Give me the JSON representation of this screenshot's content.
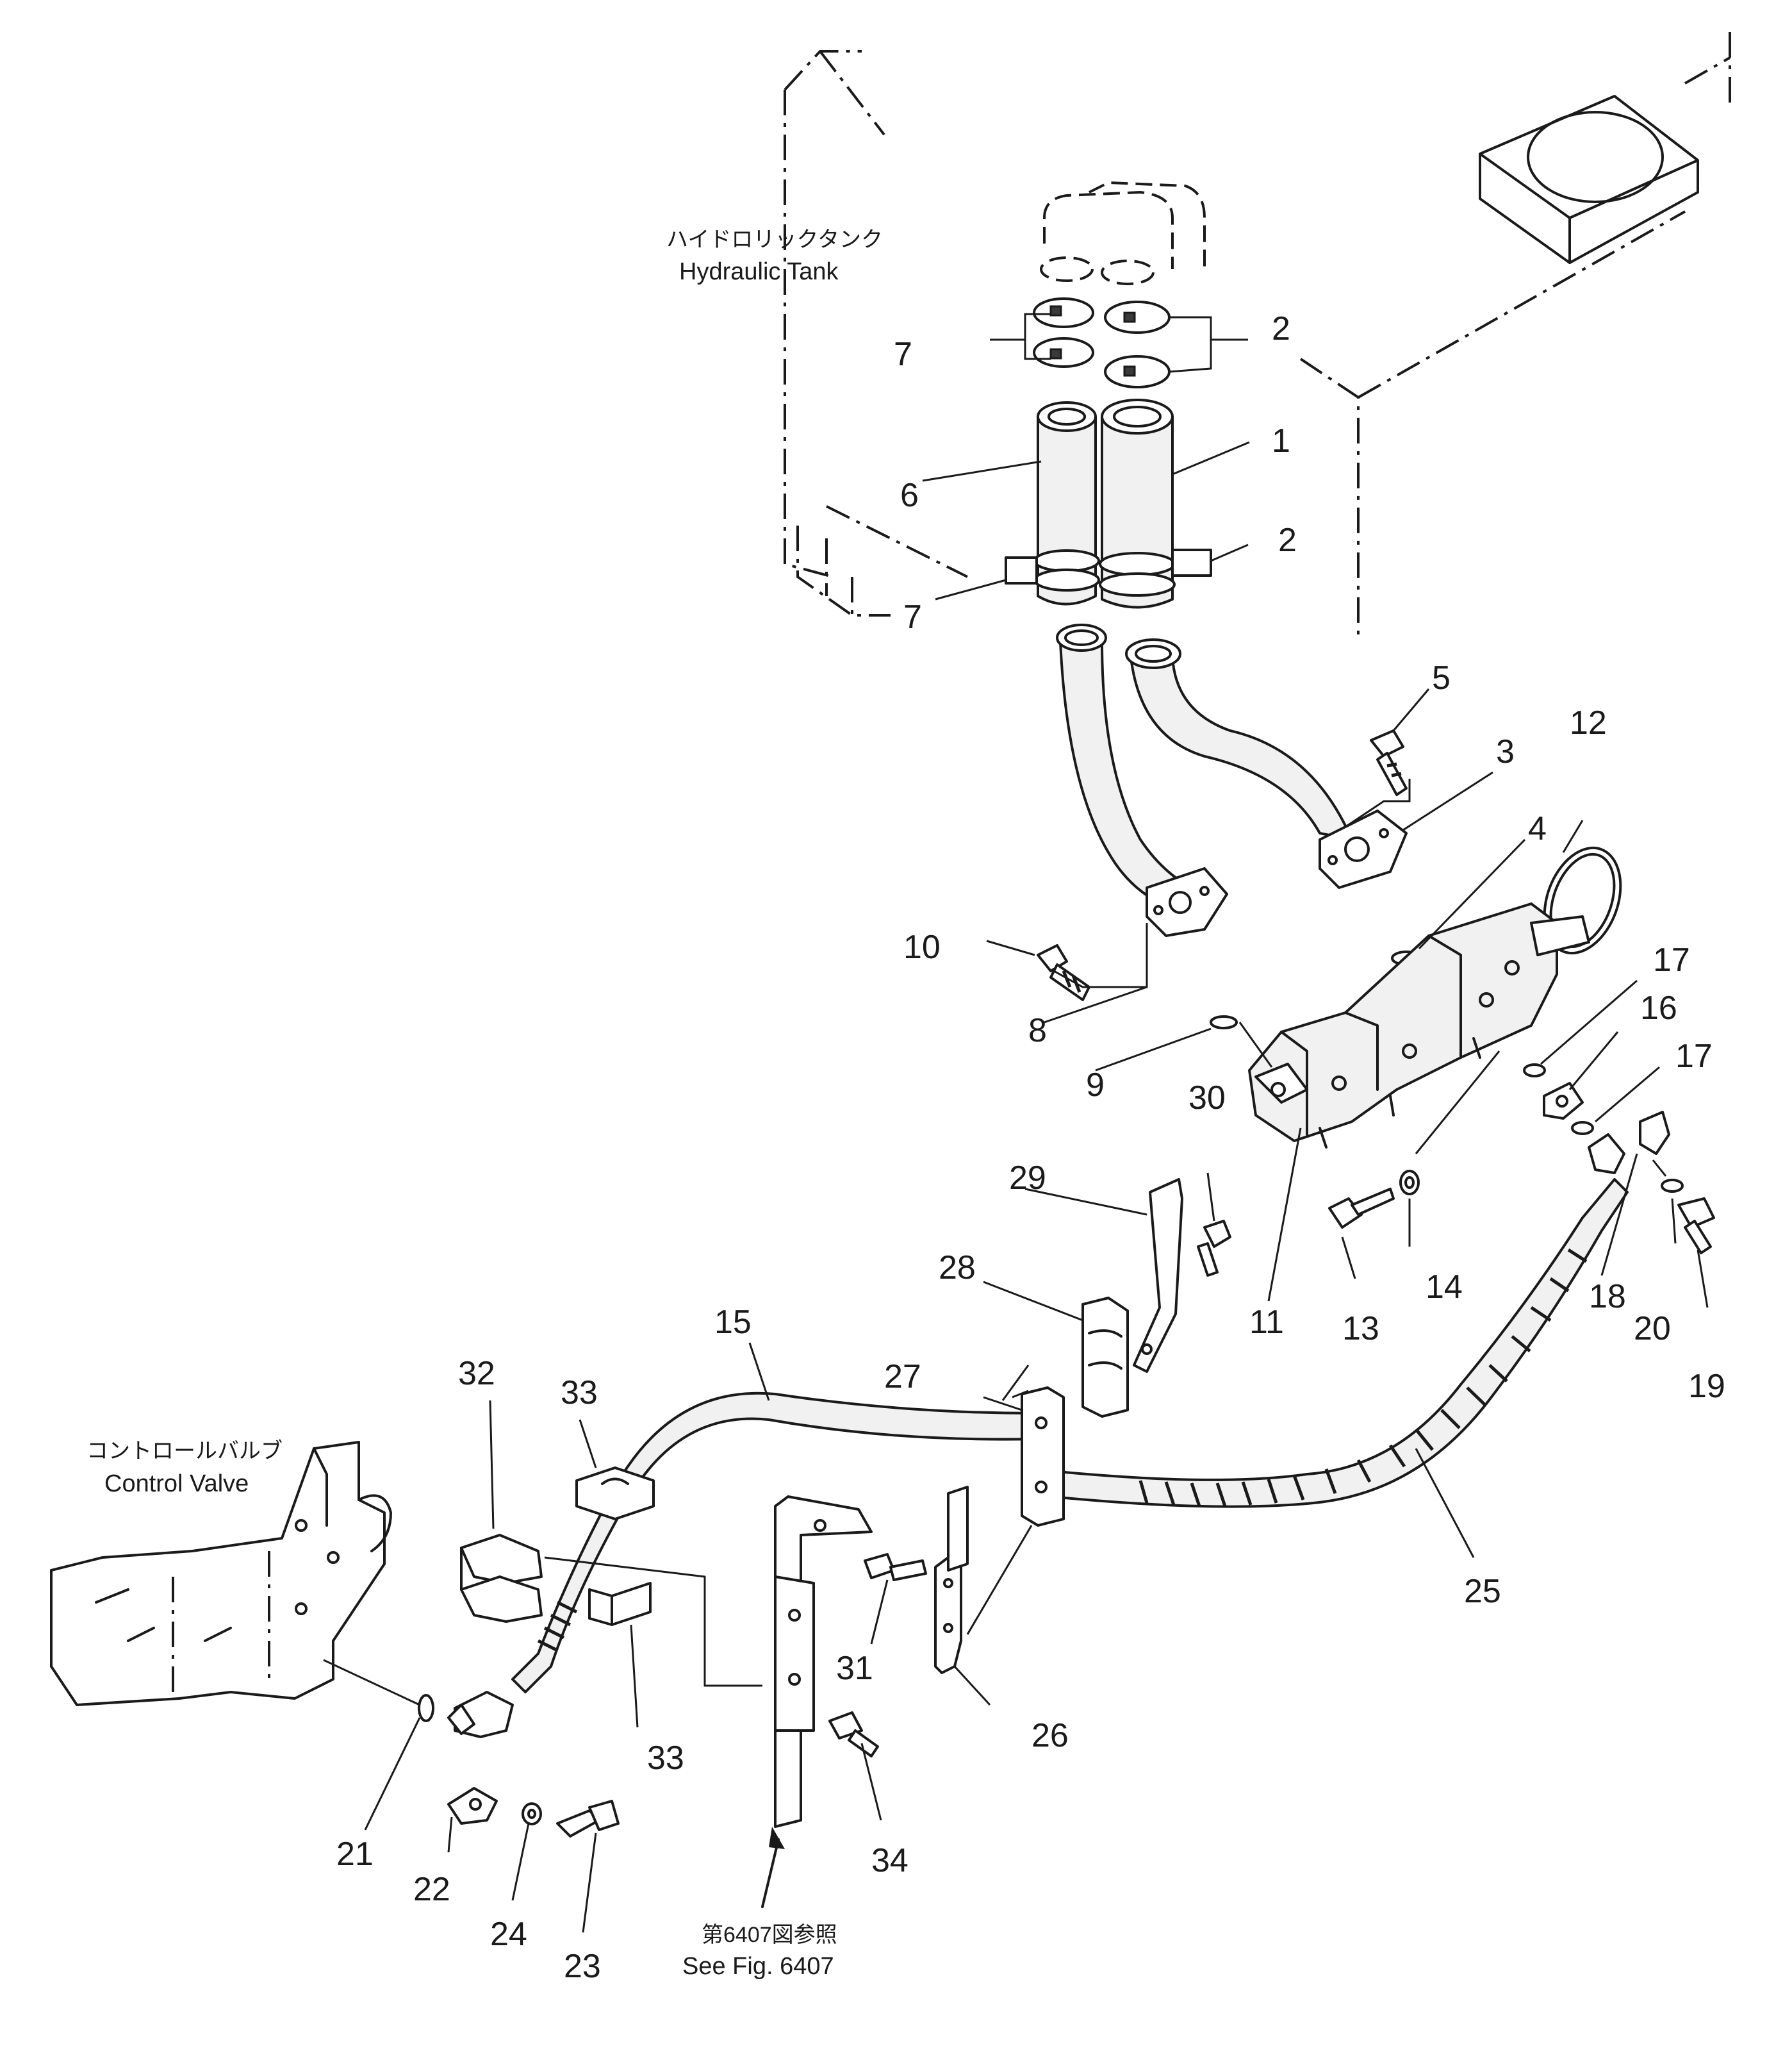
{
  "labels": {
    "tank_jp": "ハイドロリックタンク",
    "tank_en": "Hydraulic Tank",
    "valve_jp": "コントロールバルブ",
    "valve_en": "Control Valve",
    "ref_jp": "第6407図参照",
    "ref_en": "See Fig. 6407"
  },
  "callouts": [
    "1",
    "2",
    "2",
    "3",
    "4",
    "5",
    "6",
    "7",
    "7",
    "8",
    "9",
    "10",
    "11",
    "12",
    "13",
    "14",
    "15",
    "16",
    "17",
    "17",
    "18",
    "19",
    "20",
    "21",
    "22",
    "23",
    "24",
    "25",
    "26",
    "27",
    "28",
    "29",
    "30",
    "31",
    "32",
    "33",
    "33",
    "34"
  ]
}
